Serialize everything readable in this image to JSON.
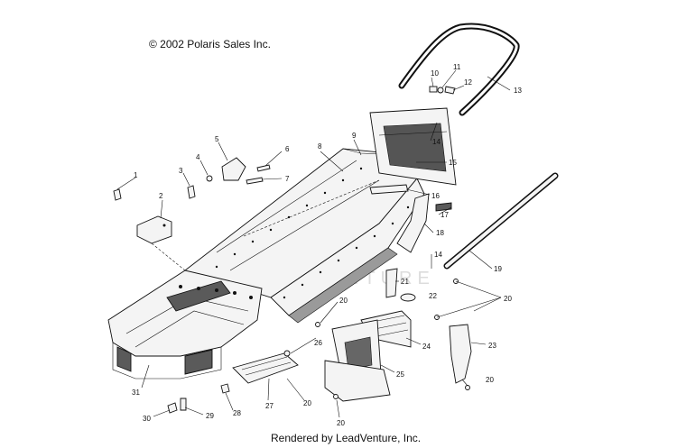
{
  "header": {
    "copyright": "© 2002 Polaris Sales Inc."
  },
  "footer": {
    "rendered_by": "Rendered by LeadVenture, Inc."
  },
  "watermark": {
    "text": "LEADVENTURE"
  },
  "callouts": {
    "c1": "1",
    "c2": "2",
    "c3": "3",
    "c4": "4",
    "c5": "5",
    "c6": "6",
    "c7": "7",
    "c8": "8",
    "c9": "9",
    "c10": "10",
    "c11": "11",
    "c12": "12",
    "c13": "13",
    "c14a": "14",
    "c14b": "14",
    "c15": "15",
    "c16": "16",
    "c17": "17",
    "c18": "18",
    "c19": "19",
    "c20a": "20",
    "c20b": "20",
    "c20c": "20",
    "c20d": "20",
    "c20e": "20",
    "c21": "21",
    "c22": "22",
    "c23": "23",
    "c24": "24",
    "c25": "25",
    "c26": "26",
    "c27": "27",
    "c28": "28",
    "c29": "29",
    "c30": "30",
    "c31": "31"
  }
}
